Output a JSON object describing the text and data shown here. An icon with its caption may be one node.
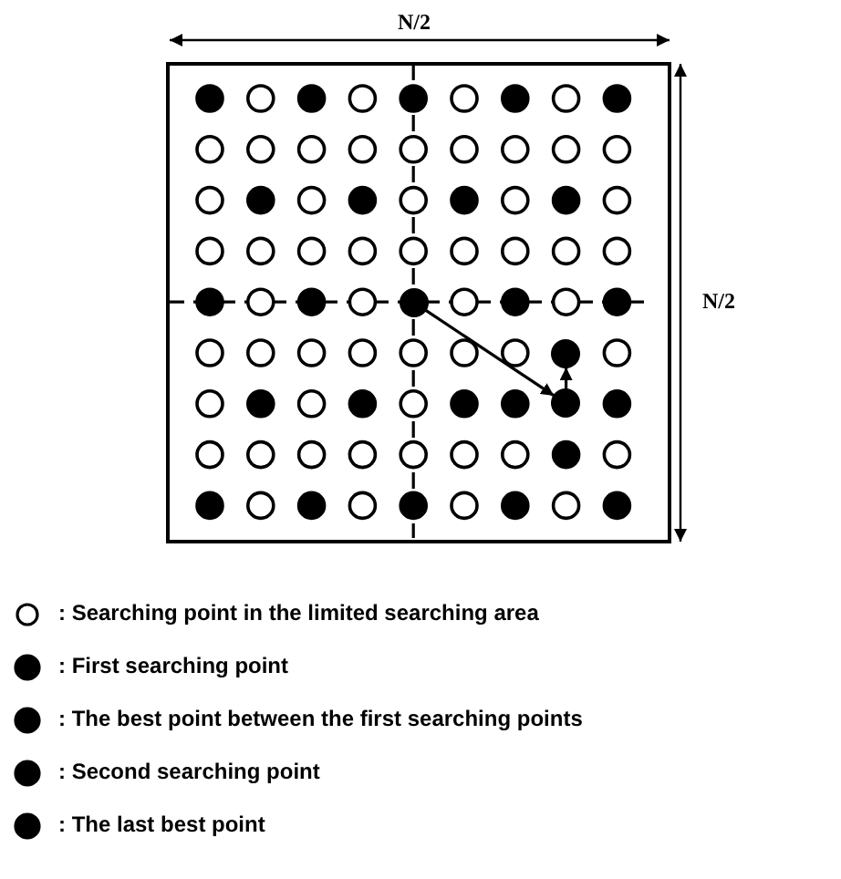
{
  "diagram": {
    "nodes": [
      {
        "text": [],
        "shape": "circle"
      },
      {
        "text": [],
        "shape": "circle"
      },
      {
        "text": [],
        "shape": "circle"
      }
    ],
    "edges": [
      {
        "from": 0,
        "to": 1,
        "arrow": "to"
      },
      {
        "from": 1,
        "to": 2,
        "arrow": "to"
      }
    ],
    "labels": [
      "N/2",
      "N/2"
    ],
    "legend": [
      {
        "text": ": Searching point in the limited searching area"
      },
      {
        "text": ": First searching point"
      },
      {
        "text": ": The best point between the first searching points"
      },
      {
        "text": ": Second searching point"
      },
      {
        "text": ": The last best point"
      }
    ]
  }
}
